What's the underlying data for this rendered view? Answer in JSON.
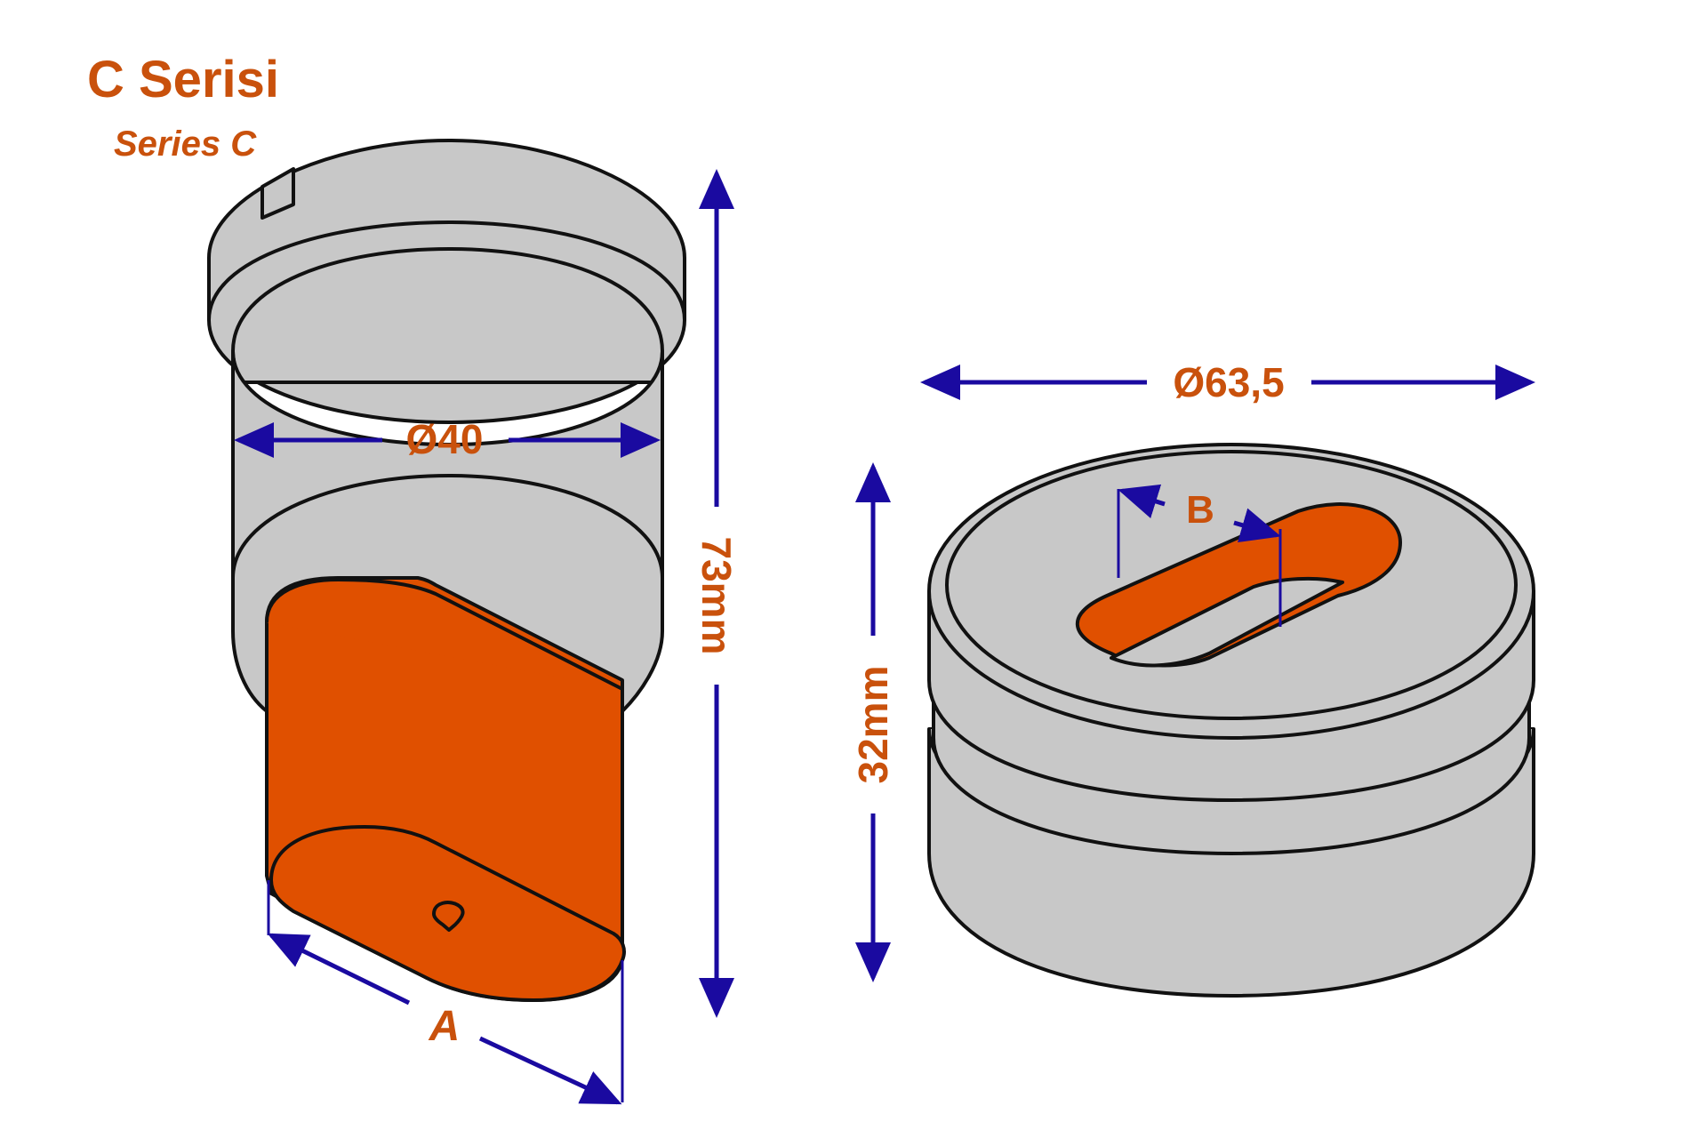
{
  "title": "C Serisi",
  "subtitle": "Series C",
  "dimensions": {
    "punch_diameter": "Ø40",
    "punch_length": "73mm",
    "punch_width": "A",
    "die_diameter": "Ø63,5",
    "die_height": "32mm",
    "die_slot": "B"
  },
  "colors": {
    "steel": "#c8c8c8",
    "accent": "#e05000",
    "dimension_line": "#1a0aa0",
    "text": "#c9510c"
  }
}
